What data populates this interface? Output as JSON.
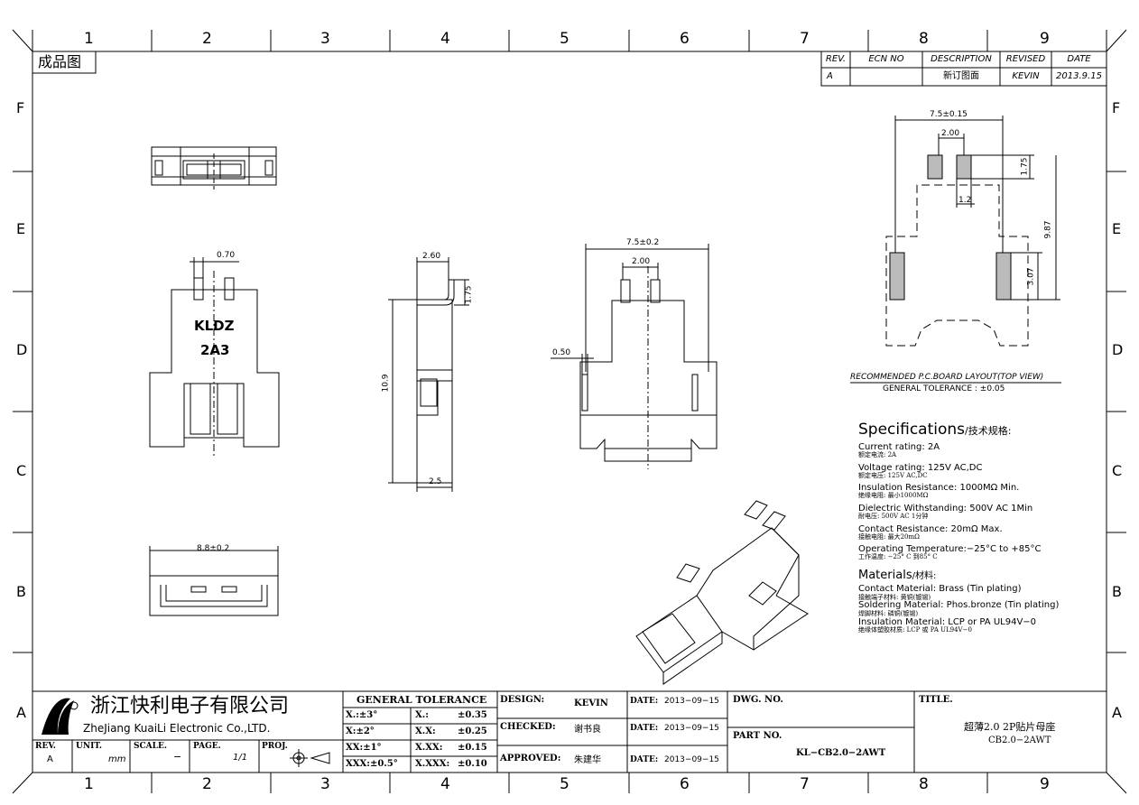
{
  "frame": {
    "columns": [
      "1",
      "2",
      "3",
      "4",
      "5",
      "6",
      "7",
      "8",
      "9"
    ],
    "rows": [
      "F",
      "E",
      "D",
      "C",
      "B",
      "A"
    ],
    "sheet_label": "成品图"
  },
  "revision_table": {
    "headers": [
      "REV.",
      "ECN NO",
      "DESCRIPTION",
      "REVISED",
      "DATE"
    ],
    "row": [
      "A",
      "",
      "新订图面",
      "KEVIN",
      "2013.9.15"
    ]
  },
  "dims": {
    "pin_width": "0.70",
    "side_top": "2.60",
    "side_right": "1.75",
    "side_height": "10.9",
    "side_bottom": "2.5",
    "front_width": "7.5±0.2",
    "front_pitch": "2.00",
    "front_left": "0.50",
    "bottom_width": "8.8±0.2",
    "pcb_width": "7.5±0.15",
    "pcb_pitch": "2.00",
    "pcb_pad_h": "1.75",
    "pcb_pad_w": "1.2",
    "pcb_total_h": "9.87",
    "pcb_side_h": "3.07"
  },
  "marking": {
    "line1": "KLDZ",
    "line2": "2A3"
  },
  "pcb_caption": {
    "line1": "RECOMMENDED  P.C.BOARD  LAYOUT(TOP  VIEW)",
    "line2": "GENERAL  TOLERANCE  :  ±0.05"
  },
  "specifications": {
    "title": "Specifications",
    "title_cn": "/技术规格:",
    "items": [
      {
        "en": "Current rating: 2A",
        "cn": "额定电流: 2A"
      },
      {
        "en": "Voltage rating: 125V AC,DC",
        "cn": "额定电压: 125V AC,DC"
      },
      {
        "en": "Insulation Resistance: 1000MΩ  Min.",
        "cn": "绝缘电阻: 最小1000MΩ"
      },
      {
        "en": "Dielectric Withstanding:  500V AC  1Min",
        "cn": "耐电压: 500V AC  1分钟"
      },
      {
        "en": "Contact Resistance:  20mΩ  Max.",
        "cn": "接触电阻: 最大20mΩ"
      },
      {
        "en": "Operating Temperature:−25°C to +85°C",
        "cn": "工作温度: −25° C 到85° C"
      }
    ]
  },
  "materials": {
    "title": "Materials",
    "title_cn": "/材料:",
    "items": [
      {
        "en": "Contact Material: Brass (Tin plating)",
        "cn": "接触端子材料: 黄铜(镀锡)"
      },
      {
        "en": "Soldering Material: Phos.bronze (Tin plating)",
        "cn": "焊脚材料: 磷铜(镀锡)"
      },
      {
        "en": "Insulation Material:  LCP or PA UL94V−0",
        "cn": "绝缘体塑胶材质: LCP 或 PA UL94V−0"
      }
    ]
  },
  "title_block": {
    "company_cn": "浙江快利电子有限公司",
    "company_en": "ZheJiang KuaiLi Electronic Co.,LTD.",
    "general_tolerance": "GENERAL  TOLERANCE",
    "tol": [
      [
        "X.:±3°",
        "X.:",
        "±0.35"
      ],
      [
        "X:±2°",
        "X.X:",
        "±0.25"
      ],
      [
        "XX:±1°",
        "X.XX:",
        "±0.15"
      ],
      [
        "XXX:±0.5°",
        "X.XXX:",
        "±0.10"
      ]
    ],
    "design_label": "DESIGN:",
    "design_value": "KEVIN",
    "checked_label": "CHECKED:",
    "checked_value": "谢书良",
    "approved_label": "APPROVED:",
    "approved_value": "朱建华",
    "date_label": "DATE:",
    "date_value": "2013−09−15",
    "dwg_label": "DWG. NO.",
    "part_label": "PART NO.",
    "part_value": "KL−CB2.0−2AWT",
    "title_label": "TITLE.",
    "title_line1": "超薄2.0 2P贴片母座",
    "title_line2": "CB2.0−2AWT",
    "rev_label": "REV.",
    "rev_value": "A",
    "unit_label": "UNIT.",
    "unit_value": "mm",
    "scale_label": "SCALE.",
    "scale_value": "−",
    "page_label": "PAGE.",
    "page_value": "1/1",
    "proj_label": "PROJ."
  }
}
